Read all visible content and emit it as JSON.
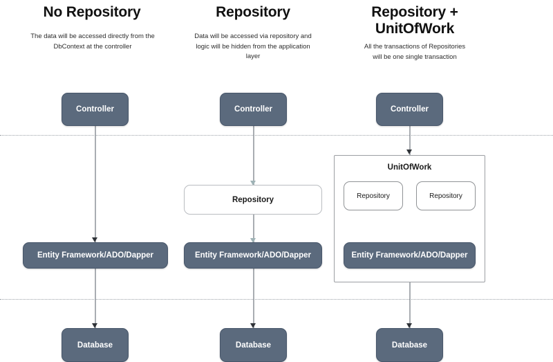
{
  "diagram": {
    "title": "Repository and UnitOfWork pattern comparison",
    "colors": {
      "node_fill": "#5b6a7d",
      "node_text": "#ffffff",
      "outline_border": "#b9bcc0",
      "group_border": "#9b9ea2",
      "connector": "#a9adb2",
      "arrowhead": "#2f3338",
      "divider": "#9aa0a6",
      "background": "#ffffff"
    }
  },
  "columns": [
    {
      "id": "no-repository",
      "title": "No Repository",
      "subtitle": "The data will be accessed directly from the DbContext at the controller",
      "nodes": [
        {
          "id": "controller",
          "label": "Controller",
          "style": "filled"
        },
        {
          "id": "data-access",
          "label": "Entity Framework/ADO/Dapper",
          "style": "filled"
        },
        {
          "id": "database",
          "label": "Database",
          "style": "filled"
        }
      ]
    },
    {
      "id": "repository",
      "title": "Repository",
      "subtitle": "Data will be accessed via repository and logic will be hidden from the application layer",
      "nodes": [
        {
          "id": "controller",
          "label": "Controller",
          "style": "filled"
        },
        {
          "id": "repository",
          "label": "Repository",
          "style": "outline"
        },
        {
          "id": "data-access",
          "label": "Entity Framework/ADO/Dapper",
          "style": "filled"
        },
        {
          "id": "database",
          "label": "Database",
          "style": "filled"
        }
      ]
    },
    {
      "id": "repository-unitofwork",
      "title": "Repository + UnitOfWork",
      "subtitle": "All the transactions of Repositories will be one single transaction",
      "nodes": [
        {
          "id": "controller",
          "label": "Controller",
          "style": "filled"
        },
        {
          "id": "database",
          "label": "Database",
          "style": "filled"
        }
      ],
      "group": {
        "id": "unitofwork",
        "label": "UnitOfWork",
        "children": [
          {
            "id": "repository-1",
            "label": "Repository",
            "style": "small-outline"
          },
          {
            "id": "repository-2",
            "label": "Repository",
            "style": "small-outline"
          },
          {
            "id": "data-access",
            "label": "Entity Framework/ADO/Dapper",
            "style": "filled"
          }
        ]
      }
    }
  ],
  "bands": [
    {
      "id": "presentation-layer-divider"
    },
    {
      "id": "data-layer-divider"
    }
  ]
}
